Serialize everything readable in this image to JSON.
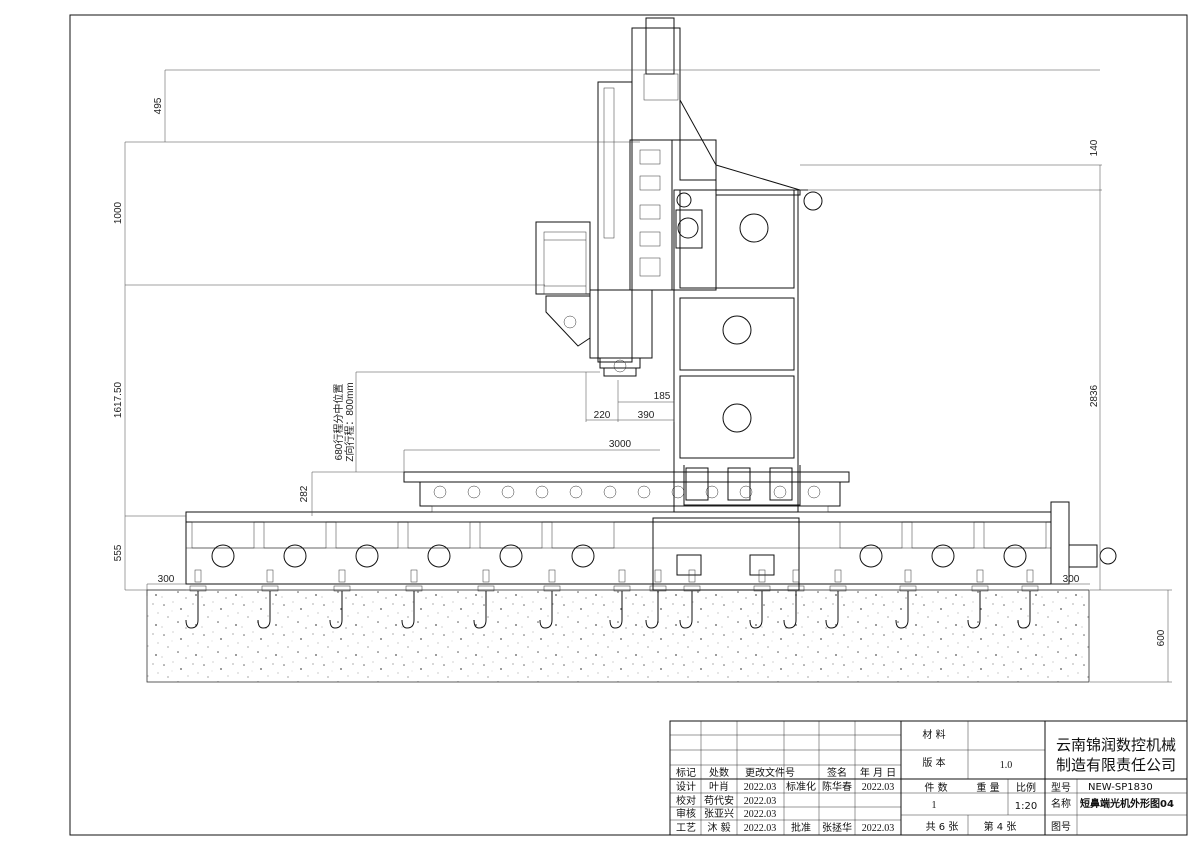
{
  "dimensions": {
    "top_offset": "495",
    "column_height": "1000",
    "travel_height": "1617.50",
    "table_height": "282",
    "base_height": "555",
    "left_overhang": "300",
    "right_overhang": "300",
    "right_top": "140",
    "right_total": "2836",
    "foundation": "600",
    "table_length": "3000",
    "offset_220": "220",
    "offset_390": "390",
    "offset_185": "185",
    "z_note_1": "680行程分中位置",
    "z_note_2": "Z向行程：800mm"
  },
  "title_block": {
    "material_label": "材 料",
    "version_label": "版 本",
    "version_value": "1.0",
    "company_line1": "云南锦润数控机械",
    "company_line2": "制造有限责任公司",
    "pieces_label": "件 数",
    "weight_label": "重 量",
    "scale_label": "比例",
    "model_label": "型号",
    "model_value": "NEW-SP1830",
    "pieces_value": "1",
    "scale_value": "1:20",
    "name_label": "名称",
    "name_value": "短鼻端光机外形图04",
    "sheets_total": "共 6 张",
    "sheet_no": "第 4 张",
    "drawing_no_label": "图号",
    "hdr_mark": "标记",
    "hdr_count": "处数",
    "hdr_doc": "更改文件号",
    "hdr_sign": "签名",
    "hdr_date": "年 月 日",
    "design_label": "设计",
    "design_name": "叶肖",
    "design_date": "2022.03",
    "standard_label": "标准化",
    "standard_name": "陈华春",
    "standard_date": "2022.03",
    "check_label": "校对",
    "check_name": "苟代安",
    "check_date": "2022.03",
    "review_label": "审核",
    "review_name": "张亚兴",
    "review_date": "2022.03",
    "process_label": "工艺",
    "process_name": "沐 毅",
    "process_date": "2022.03",
    "approve_label": "批准",
    "approve_name": "张拯华",
    "approve_date": "2022.03"
  }
}
